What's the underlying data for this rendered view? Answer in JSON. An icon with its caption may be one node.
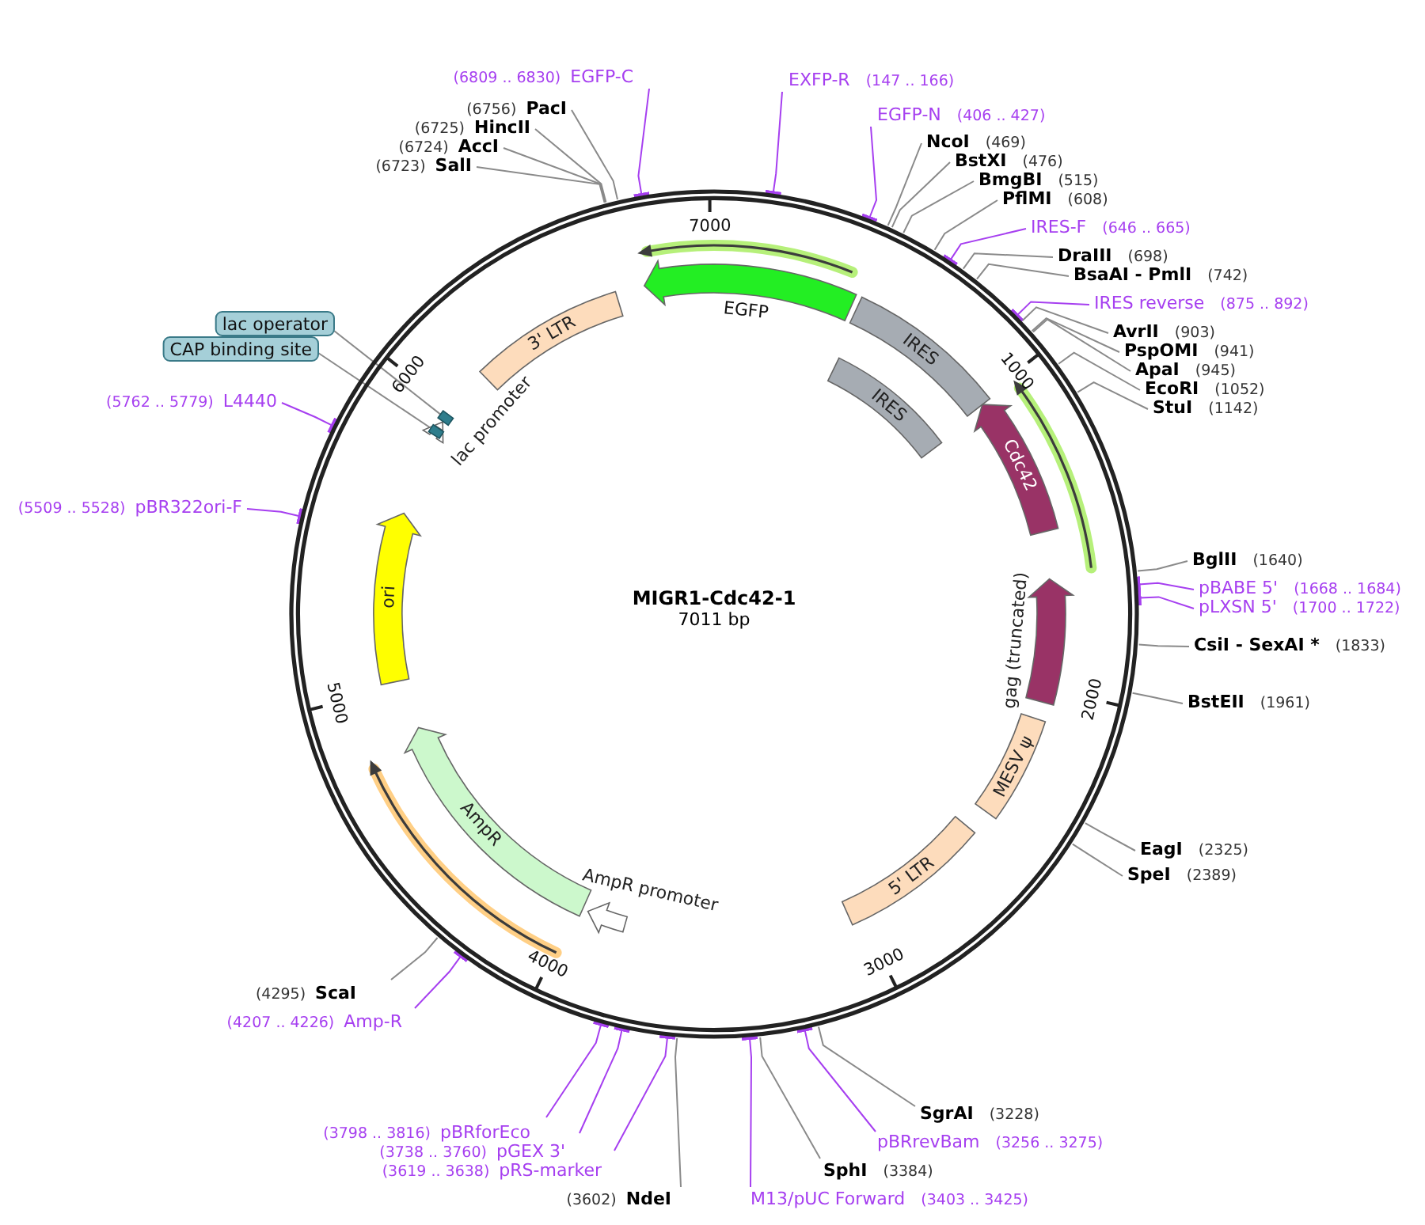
{
  "diagram": {
    "nodes": [
      {
        "text": [
          "MIGR1-Cdc42-1",
          "7011 bp"
        ]
      },
      {
        "text": [],
        "shape": "arrow",
        "in": 0
      },
      {
        "text": [
          "EGFP"
        ],
        "in": 0
      },
      {
        "text": [
          "IRES"
        ],
        "in": 0
      },
      {
        "text": [
          "IRES"
        ],
        "in": 0
      },
      {
        "text": [
          "Cdc42"
        ],
        "in": 0
      },
      {
        "text": [],
        "shape": "arrow",
        "in": 0
      },
      {
        "text": [
          "gag (truncated)"
        ],
        "in": 0
      },
      {
        "text": [
          "MESV ψ"
        ],
        "in": 0
      },
      {
        "text": [
          "5' LTR"
        ],
        "in": 0
      },
      {
        "text": [
          "AmpR promoter"
        ],
        "in": 0
      },
      {
        "text": [
          "AmpR"
        ],
        "in": 0
      },
      {
        "text": [],
        "shape": "arrow",
        "in": 0
      },
      {
        "text": [
          "ori"
        ],
        "in": 0
      },
      {
        "text": [
          "lac promoter"
        ],
        "in": 0
      },
      {
        "text": [],
        "shape": "box",
        "in": 0
      },
      {
        "text": [],
        "shape": "box",
        "in": 0
      },
      {
        "text": [
          "3' LTR"
        ],
        "in": 0
      },
      {
        "text": [
          "lac operator"
        ]
      },
      {
        "text": [
          "CAP binding site"
        ]
      },
      {
        "text": [
          "(6809 .. 6830)",
          "EGFP-C"
        ]
      },
      {
        "text": [
          "(6756)",
          "PacI"
        ]
      },
      {
        "text": [
          "(6725)",
          "HincII"
        ]
      },
      {
        "text": [
          "(6724)",
          "AccI"
        ]
      },
      {
        "text": [
          "(6723)",
          "SalI"
        ]
      },
      {
        "text": [
          "EXFP-R",
          "(147 .. 166)"
        ]
      },
      {
        "text": [
          "EGFP-N",
          "(406 .. 427)"
        ]
      },
      {
        "text": [
          "NcoI",
          "(469)"
        ]
      },
      {
        "text": [
          "BstXI",
          "(476)"
        ]
      },
      {
        "text": [
          "BmgBI",
          "(515)"
        ]
      },
      {
        "text": [
          "PflMI",
          "(608)"
        ]
      },
      {
        "text": [
          "IRES-F",
          "(646 .. 665)"
        ]
      },
      {
        "text": [
          "DraIII",
          "(698)"
        ]
      },
      {
        "text": [
          "BsaAI - PmlI",
          "(742)"
        ]
      },
      {
        "text": [
          "IRES reverse",
          "(875 .. 892)"
        ]
      },
      {
        "text": [
          "AvrII",
          "(903)"
        ]
      },
      {
        "text": [
          "PspOMI",
          "(941)"
        ]
      },
      {
        "text": [
          "ApaI",
          "(945)"
        ]
      },
      {
        "text": [
          "EcoRI",
          "(1052)"
        ]
      },
      {
        "text": [
          "StuI",
          "(1142)"
        ]
      },
      {
        "text": [
          "(5762 .. 5779)",
          "L4440"
        ]
      },
      {
        "text": [
          "BglII",
          "(1640)"
        ]
      },
      {
        "text": [
          "pBABE 5'",
          "(1668 .. 1684)"
        ]
      },
      {
        "text": [
          "pLXSN 5'",
          "(1700 .. 1722)"
        ]
      },
      {
        "text": [
          "(5509 .. 5528)",
          "pBR322ori-F"
        ]
      },
      {
        "text": [
          "CsiI - SexAI *",
          "(1833)"
        ]
      },
      {
        "text": [
          "BstEII",
          "(1961)"
        ]
      },
      {
        "text": [
          "EagI",
          "(2325)"
        ]
      },
      {
        "text": [
          "SpeI",
          "(2389)"
        ]
      },
      {
        "text": [
          "(4295)",
          "ScaI"
        ]
      },
      {
        "text": [
          "(4207 .. 4226)",
          "Amp-R"
        ]
      },
      {
        "text": [
          "SgrAI",
          "(3228)"
        ]
      },
      {
        "text": [
          "(3798 .. 3816)",
          "pBRforEco"
        ]
      },
      {
        "text": [
          "pBRrevBam",
          "(3256 .. 3275)"
        ]
      },
      {
        "text": [
          "(3738 .. 3760)",
          "pGEX 3'"
        ]
      },
      {
        "text": [
          "SphI",
          "(3384)"
        ]
      },
      {
        "text": [
          "(3619 .. 3638)",
          "pRS-marker"
        ]
      },
      {
        "text": [
          "(3602)",
          "NdeI"
        ]
      },
      {
        "text": [
          "M13/pUC Forward",
          "(3403 .. 3425)"
        ]
      }
    ],
    "edges": [
      {
        "from": 18,
        "to": 16,
        "arrow": "none"
      },
      {
        "from": 19,
        "to": 15,
        "arrow": "none"
      },
      {
        "from": 20,
        "to": 0,
        "arrow": "other",
        "color": "#a63ff0"
      },
      {
        "from": 21,
        "to": 0,
        "arrow": "none"
      },
      {
        "from": 22,
        "to": 0,
        "arrow": "none"
      },
      {
        "from": 23,
        "to": 0,
        "arrow": "none"
      },
      {
        "from": 24,
        "to": 0,
        "arrow": "none"
      },
      {
        "from": 25,
        "to": 0,
        "arrow": "other",
        "color": "#a63ff0"
      },
      {
        "from": 26,
        "to": 0,
        "arrow": "other",
        "color": "#a63ff0"
      },
      {
        "from": 27,
        "to": 0,
        "arrow": "none"
      },
      {
        "from": 28,
        "to": 0,
        "arrow": "none"
      },
      {
        "from": 29,
        "to": 0,
        "arrow": "none"
      },
      {
        "from": 30,
        "to": 0,
        "arrow": "none"
      },
      {
        "from": 31,
        "to": 0,
        "arrow": "other",
        "color": "#a63ff0"
      },
      {
        "from": 32,
        "to": 0,
        "arrow": "none"
      },
      {
        "from": 33,
        "to": 0,
        "arrow": "none"
      },
      {
        "from": 34,
        "to": 0,
        "arrow": "other",
        "color": "#a63ff0"
      },
      {
        "from": 35,
        "to": 0,
        "arrow": "none"
      },
      {
        "from": 36,
        "to": 0,
        "arrow": "none"
      },
      {
        "from": 37,
        "to": 0,
        "arrow": "none"
      },
      {
        "from": 38,
        "to": 0,
        "arrow": "none"
      },
      {
        "from": 39,
        "to": 0,
        "arrow": "none"
      },
      {
        "from": 40,
        "to": 0,
        "arrow": "other",
        "color": "#a63ff0"
      },
      {
        "from": 41,
        "to": 0,
        "arrow": "none"
      },
      {
        "from": 42,
        "to": 0,
        "arrow": "other",
        "color": "#a63ff0"
      },
      {
        "from": 43,
        "to": 0,
        "arrow": "other",
        "color": "#a63ff0"
      },
      {
        "from": 44,
        "to": 0,
        "arrow": "other",
        "color": "#a63ff0"
      },
      {
        "from": 45,
        "to": 0,
        "arrow": "none"
      },
      {
        "from": 46,
        "to": 0,
        "arrow": "none"
      },
      {
        "from": 47,
        "to": 0,
        "arrow": "none"
      },
      {
        "from": 48,
        "to": 0,
        "arrow": "none"
      },
      {
        "from": 49,
        "to": 0,
        "arrow": "none"
      },
      {
        "from": 50,
        "to": 0,
        "arrow": "other",
        "color": "#a63ff0"
      },
      {
        "from": 51,
        "to": 0,
        "arrow": "none"
      },
      {
        "from": 52,
        "to": 0,
        "arrow": "other",
        "color": "#a63ff0"
      },
      {
        "from": 53,
        "to": 0,
        "arrow": "other",
        "color": "#a63ff0"
      },
      {
        "from": 54,
        "to": 0,
        "arrow": "other",
        "color": "#a63ff0"
      },
      {
        "from": 55,
        "to": 0,
        "arrow": "none"
      },
      {
        "from": 56,
        "to": 0,
        "arrow": "other",
        "color": "#a63ff0"
      },
      {
        "from": 57,
        "to": 0,
        "arrow": "none"
      },
      {
        "from": 58,
        "to": 0,
        "arrow": "other",
        "color": "#a63ff0"
      }
    ],
    "labels": [
      "7000",
      "1000",
      "6000",
      "2000",
      "5000",
      "3000",
      "4000"
    ]
  }
}
